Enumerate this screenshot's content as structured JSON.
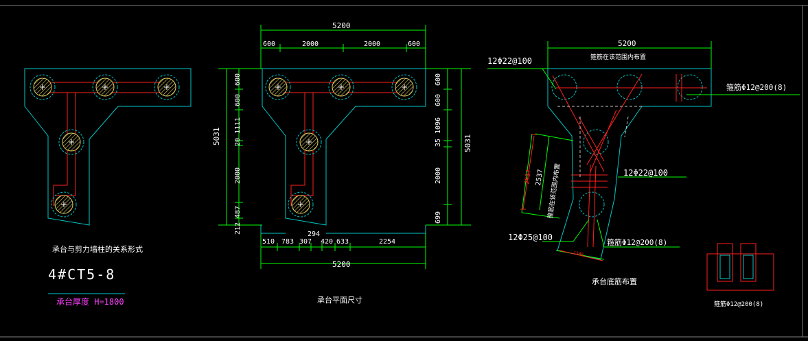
{
  "colors": {
    "background": "#000000",
    "outline": "#00c8c8",
    "dimension": "#00ff00",
    "rebar": "#ff2020",
    "text": "#ffffff",
    "pile_hatch": "#e0d060",
    "highlight": "#ff40ff",
    "window_border": "#808080"
  },
  "left_panel": {
    "caption": "承台与剪力墙柱的关系形式",
    "cap_id": "4#CT5-8",
    "thickness": "承台厚度 H=1800"
  },
  "middle_panel": {
    "caption": "承台平面尺寸",
    "top_total": "5200",
    "top_segments": [
      "600",
      "2000",
      "2000",
      "600"
    ],
    "left_total": "5031",
    "left_segments": [
      "600",
      "600",
      "1111",
      "20",
      "2000",
      "487",
      "212"
    ],
    "right_total": "5031",
    "right_segments": [
      "600",
      "600",
      "1096",
      "35",
      "2000",
      "699"
    ],
    "bottom_total": "5200",
    "bottom_segments": [
      "510",
      "783",
      "307",
      "420",
      "633",
      "2254"
    ],
    "bottom_extra": "294"
  },
  "right_panel": {
    "caption": "承台底筋布置",
    "top_dim": "5200",
    "note_top": "箍筋在该范围内布置",
    "note_side": "箍筋在该范围内布置",
    "side_dim_red": "2537",
    "side_dim_green": "2537",
    "bottom_small_dim": "1500",
    "rebar_top": "12Φ22@100",
    "rebar_mid": "12Φ22@100",
    "rebar_bottom": "12Φ25@100",
    "stirrup_top": "箍筋Φ12@200(8)",
    "stirrup_bottom": "箍筋Φ12@200(8)"
  },
  "detail": {
    "caption": "箍筋Φ12@200(8)"
  }
}
